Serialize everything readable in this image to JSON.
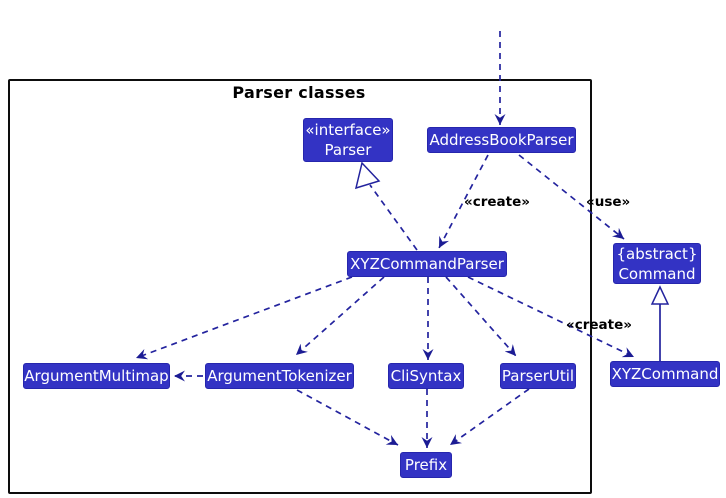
{
  "diagram": {
    "title": "Parser classes",
    "classes": {
      "parser": {
        "stereotype": "«interface»",
        "name": "Parser"
      },
      "address_book_parser": {
        "name": "AddressBookParser"
      },
      "xyz_command_parser": {
        "name": "XYZCommandParser"
      },
      "argument_multimap": {
        "name": "ArgumentMultimap"
      },
      "argument_tokenizer": {
        "name": "ArgumentTokenizer"
      },
      "cli_syntax": {
        "name": "CliSyntax"
      },
      "parser_util": {
        "name": "ParserUtil"
      },
      "prefix": {
        "name": "Prefix"
      },
      "command": {
        "stereotype": "{abstract}",
        "name": "Command"
      },
      "xyz_command": {
        "name": "XYZCommand"
      }
    },
    "edge_labels": {
      "create_top": "«create»",
      "use": "«use»",
      "create_right": "«create»"
    },
    "colors": {
      "class_fill": "#3333C4",
      "class_text": "#FFFFFF",
      "arrow": "#23239E",
      "arrowhead": "#1C1C94",
      "frame_border": "#0D0D0D",
      "label_text": "#000000"
    }
  }
}
